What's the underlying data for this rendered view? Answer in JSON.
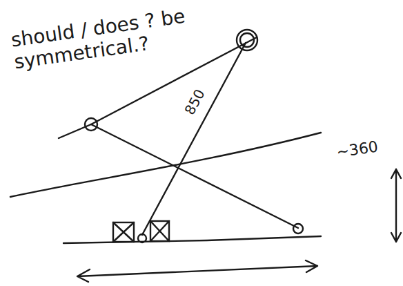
{
  "diagram": {
    "labels": [
      "should / does ? be symmetrical.?",
      "850",
      "~360"
    ]
  }
}
